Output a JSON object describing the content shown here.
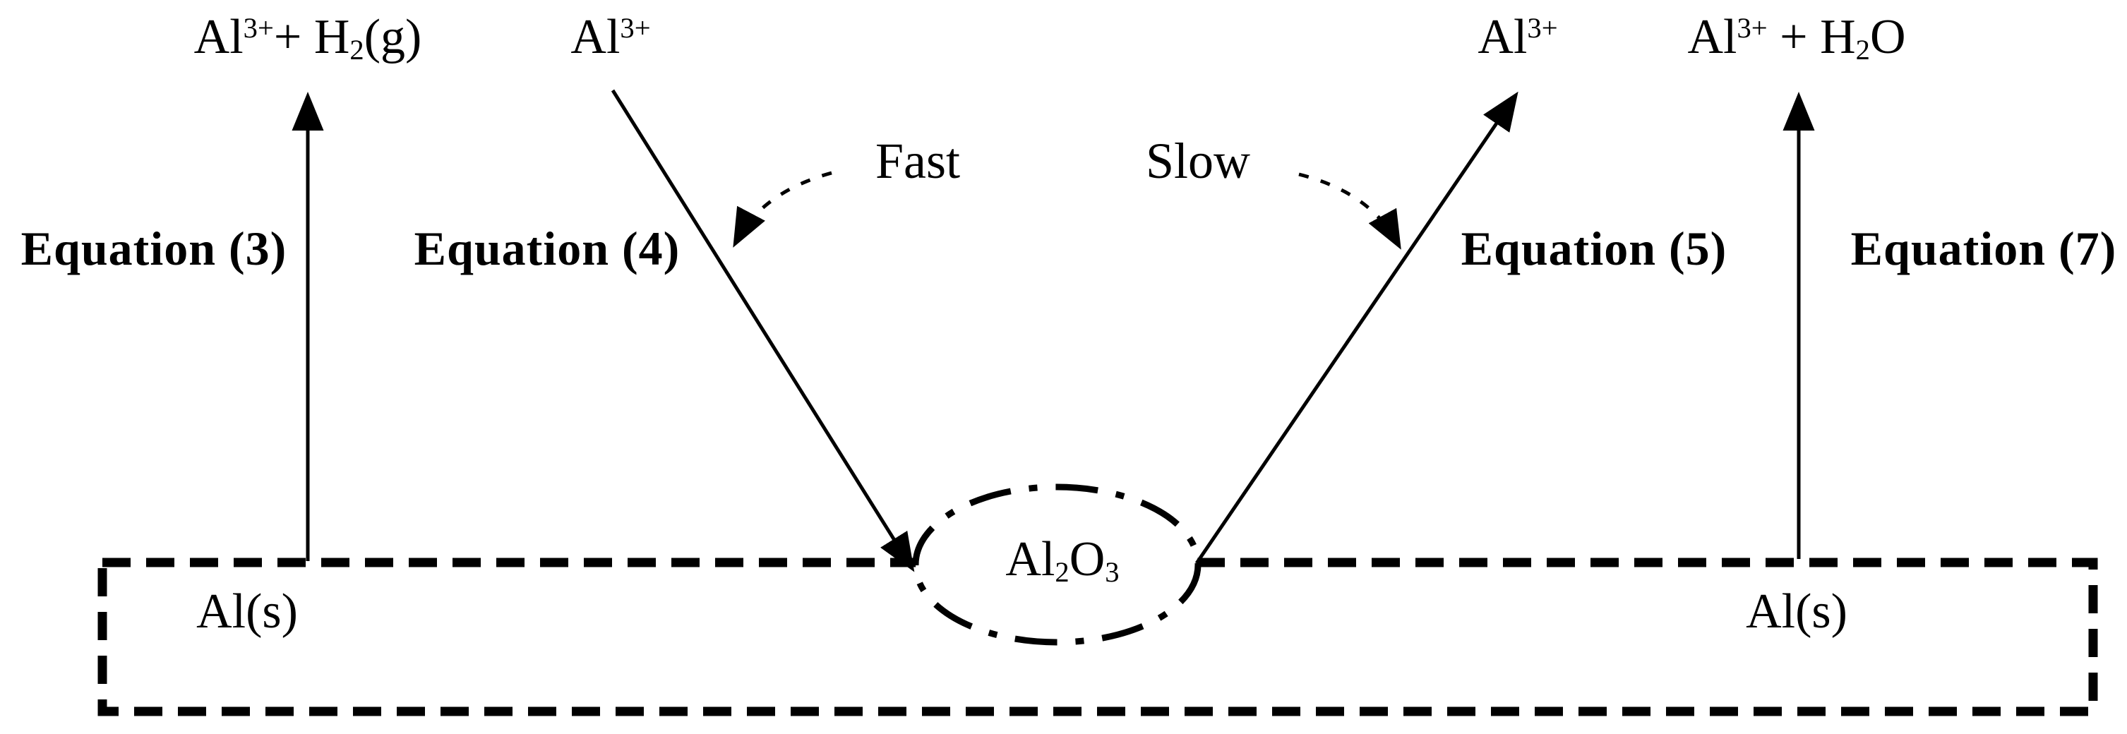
{
  "figure": {
    "background": "#ffffff",
    "ink": "#000000",
    "description": "Reaction pathway diagram of aluminum dissolution through an Al2O3 oxide layer"
  },
  "species": {
    "product_eq3": [
      {
        "t": "Al"
      },
      {
        "t": "3+"
      },
      {
        "t": "+ H"
      },
      {
        "t": "2"
      },
      {
        "t": "(g)"
      }
    ],
    "ion_left": [
      {
        "t": "Al"
      },
      {
        "t": "3+"
      }
    ],
    "ion_right": [
      {
        "t": "Al"
      },
      {
        "t": "3+"
      }
    ],
    "product_eq7": [
      {
        "t": "Al"
      },
      {
        "t": "3+"
      },
      {
        "t": " + H"
      },
      {
        "t": "2"
      },
      {
        "t": "O"
      }
    ],
    "oxide": [
      {
        "t": "Al"
      },
      {
        "t": "2"
      },
      {
        "t": "O"
      },
      {
        "t": "3"
      }
    ],
    "substrate_left": "Al(s)",
    "substrate_right": "Al(s)"
  },
  "equations": {
    "eq3": "Equation (3)",
    "eq4": "Equation (4)",
    "eq5": "Equation (5)",
    "eq7": "Equation (7)"
  },
  "kinetics": {
    "fast": "Fast",
    "slow": "Slow"
  }
}
